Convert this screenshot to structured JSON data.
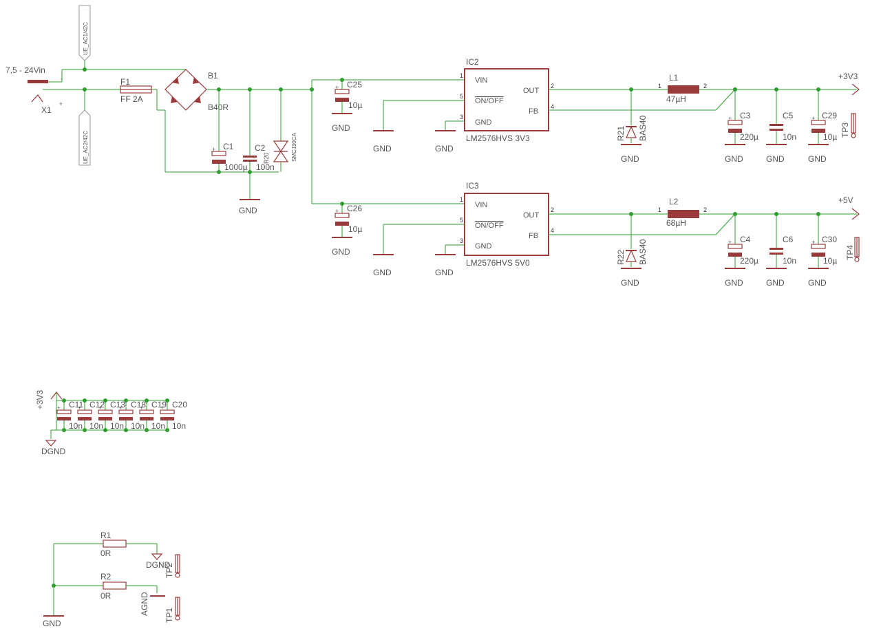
{
  "input": {
    "vin_label": "7,5 - 24Vin",
    "connector": "X1",
    "minus": "-",
    "plus": "+",
    "ue_ac1": "UE_AC1/42C",
    "ue_ac2": "UE_AC2/42C"
  },
  "fuse": {
    "name": "F1",
    "value": "FF 2A"
  },
  "bridge": {
    "name": "B1",
    "value": "B40R"
  },
  "c1": {
    "name": "C1",
    "value": "1000µ"
  },
  "c2": {
    "name": "C2",
    "value": "100n"
  },
  "r20": {
    "name": "R20"
  },
  "tvs": {
    "value": "SMCJ30CA"
  },
  "gnd": "GND",
  "dgnd": "DGND",
  "agnd": "AGND",
  "ic2": {
    "name": "IC2",
    "value": "LM2576HVS 3V3",
    "vin": "VIN",
    "onoff": "ON/OFF",
    "gnd": "GND",
    "out": "OUT",
    "fb": "FB",
    "p1": "1",
    "p5": "5",
    "p3": "3",
    "p2": "2",
    "p4": "4"
  },
  "ic3": {
    "name": "IC3",
    "value": "LM2576HVS 5V0",
    "vin": "VIN",
    "onoff": "ON/OFF",
    "gnd": "GND",
    "out": "OUT",
    "fb": "FB",
    "p1": "1",
    "p5": "5",
    "p3": "3",
    "p2": "2",
    "p4": "4"
  },
  "c25": {
    "name": "C25",
    "value": "10µ"
  },
  "c26": {
    "name": "C26",
    "value": "10µ"
  },
  "l1": {
    "name": "L1",
    "value": "47µH",
    "p1": "1",
    "p2": "2"
  },
  "l2": {
    "name": "L2",
    "value": "68µH",
    "p1": "1",
    "p2": "2"
  },
  "r21": {
    "name": "R21",
    "value": "BAS40"
  },
  "r22": {
    "name": "R22",
    "value": "BAS40"
  },
  "c3": {
    "name": "C3",
    "value": "220µ"
  },
  "c4": {
    "name": "C4",
    "value": "220µ"
  },
  "c5": {
    "name": "C5",
    "value": "10n"
  },
  "c6": {
    "name": "C6",
    "value": "10n"
  },
  "c29": {
    "name": "C29",
    "value": "10µ"
  },
  "c30": {
    "name": "C30",
    "value": "10µ"
  },
  "tp3": "TP3",
  "tp4": "TP4",
  "rail_3v3": "+3V3",
  "rail_5v": "+5V",
  "decoupling": {
    "rail": "+3V3",
    "caps": [
      {
        "name": "C11",
        "value": "10n"
      },
      {
        "name": "C12",
        "value": "10n"
      },
      {
        "name": "C13",
        "value": "10n"
      },
      {
        "name": "C18",
        "value": "10n"
      },
      {
        "name": "C19",
        "value": "10n"
      },
      {
        "name": "C20",
        "value": "10n"
      }
    ]
  },
  "r1": {
    "name": "R1",
    "value": "0R"
  },
  "r2": {
    "name": "R2",
    "value": "0R"
  },
  "tp1": "TP1",
  "tp2": "TP2"
}
